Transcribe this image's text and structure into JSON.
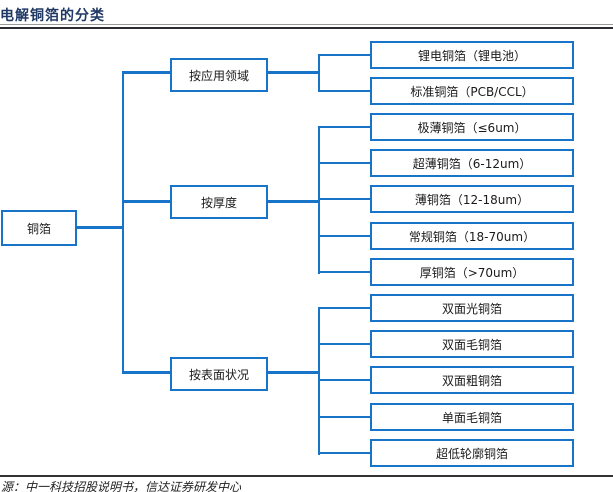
{
  "figure": {
    "title": "电解铜箔的分类",
    "source": "源：中一科技招股说明书，信达证券研发中心"
  },
  "tree": {
    "root": "铜箔",
    "branches": [
      {
        "label": "按应用领域",
        "children": [
          "锂电铜箔（锂电池）",
          "标准铜箔（PCB/CCL）"
        ]
      },
      {
        "label": "按厚度",
        "children": [
          "极薄铜箔（≤6um）",
          "超薄铜箔（6-12um）",
          "薄铜箔（12-18um）",
          "常规铜箔（18-70um）",
          "厚铜箔（>70um）"
        ]
      },
      {
        "label": "按表面状况",
        "children": [
          "双面光铜箔",
          "双面毛铜箔",
          "双面粗铜箔",
          "单面毛铜箔",
          "超低轮廓铜箔"
        ]
      }
    ]
  },
  "colors": {
    "line_blue": "#1874C8",
    "title_navy": "#1F3864",
    "rule_dark": "#2b2b33",
    "text": "#1a1a1a"
  }
}
